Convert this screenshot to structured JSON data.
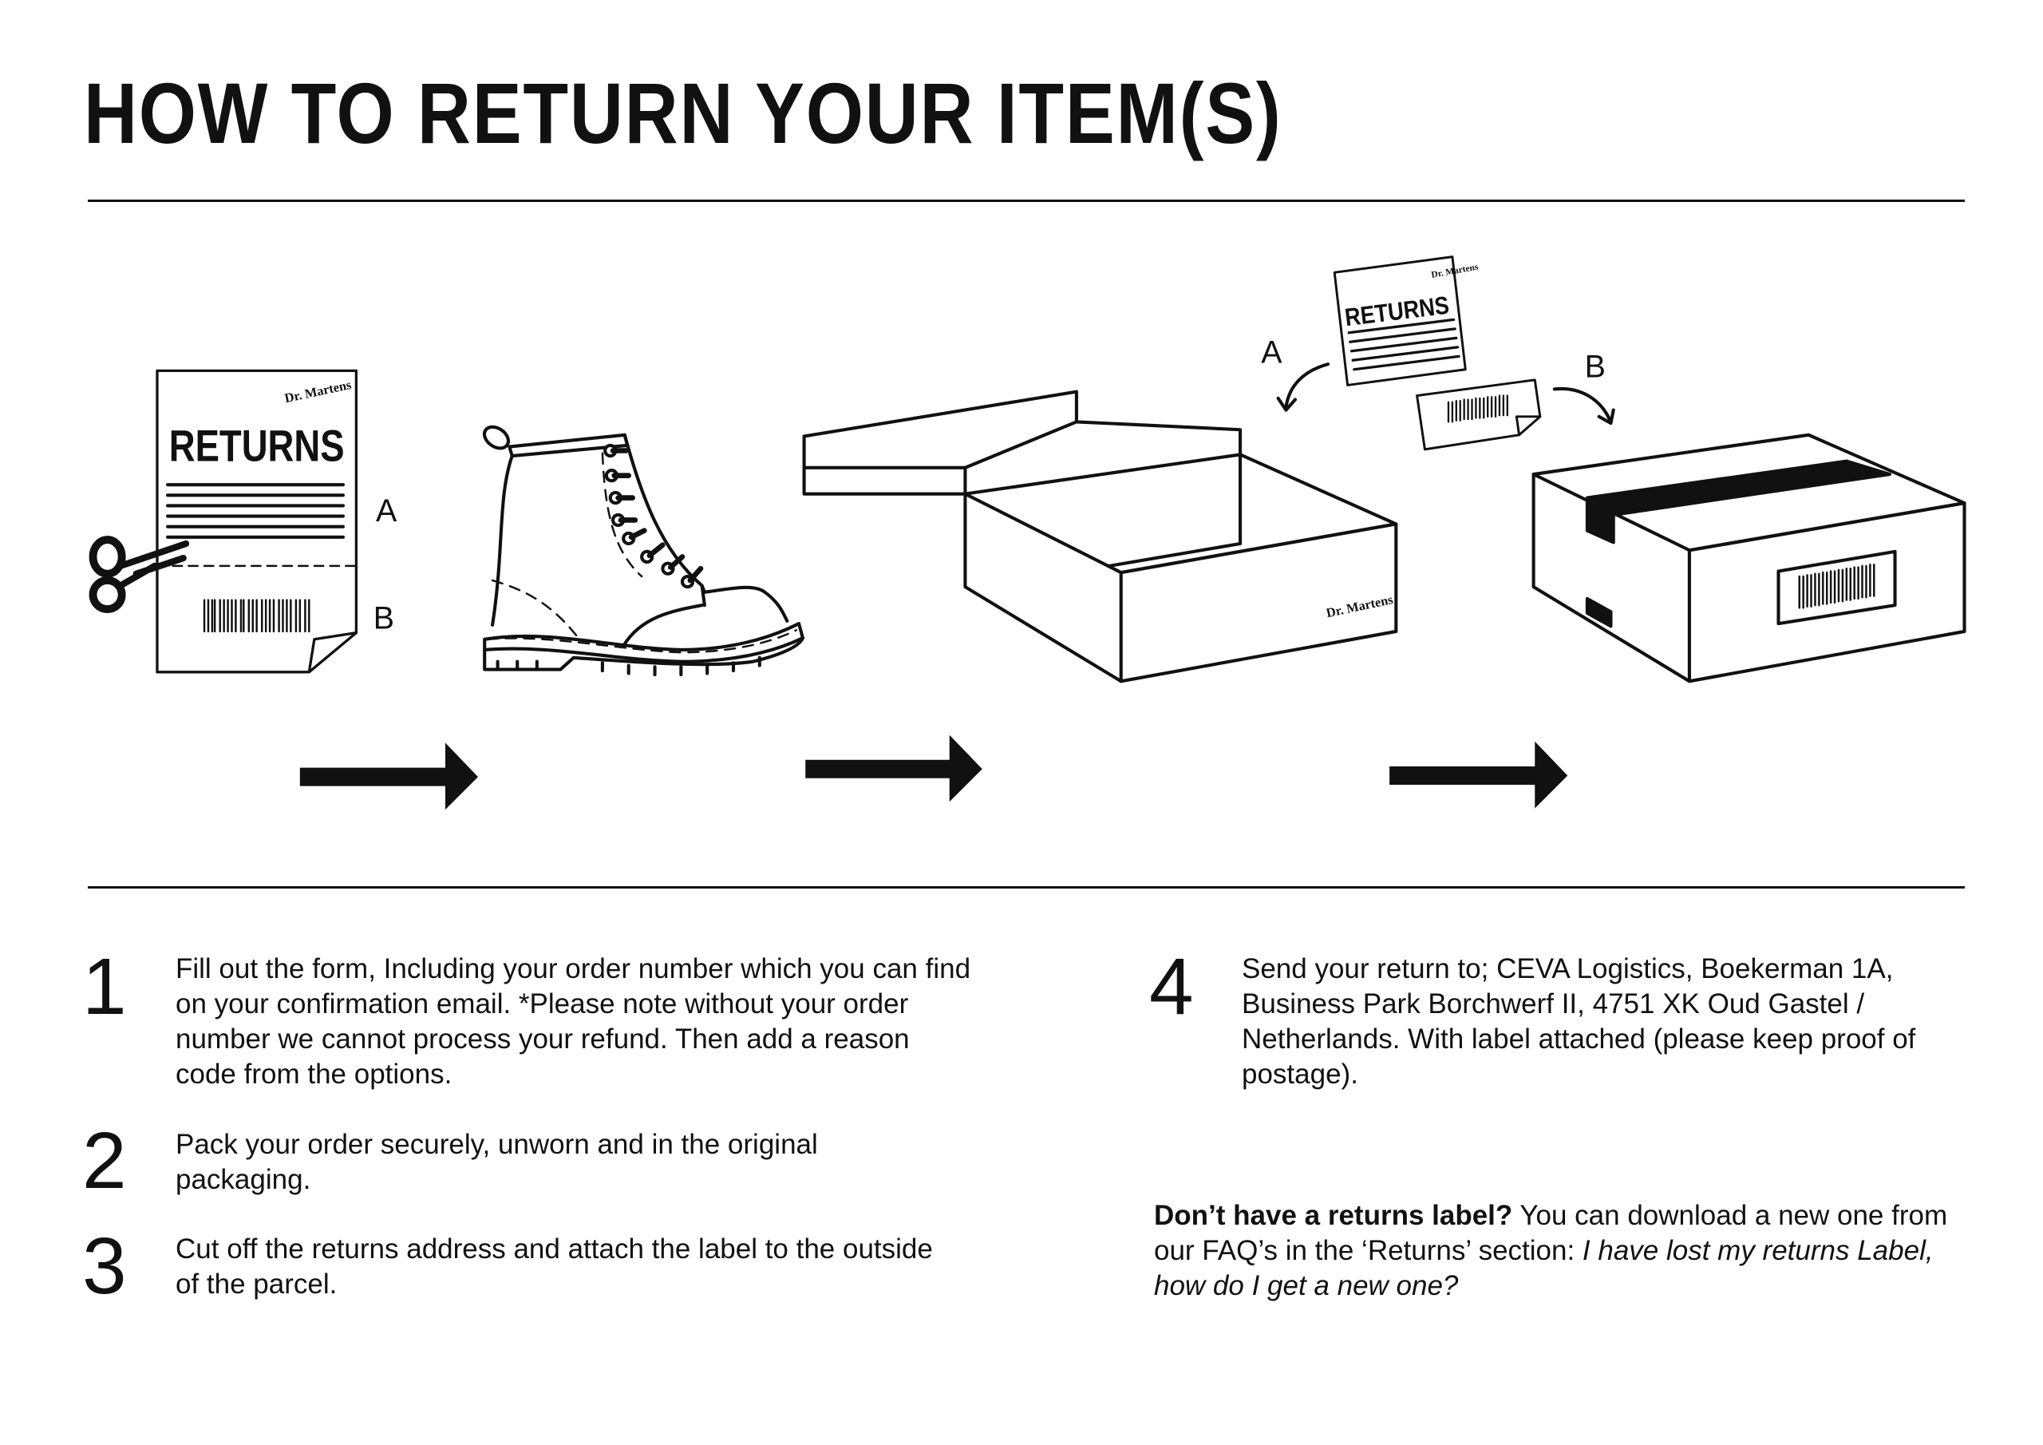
{
  "header": {
    "title": "HOW TO RETURN YOUR ITEM(S)"
  },
  "illustrations": {
    "form_title": "RETURNS",
    "logo_text": "Dr. Martens",
    "label_a": "A",
    "label_b": "B",
    "icons": [
      "scissors-icon",
      "returns-form",
      "boot",
      "open-shoebox",
      "sealed-parcel",
      "arrow-right-icon"
    ]
  },
  "steps": [
    {
      "number": "1",
      "text": "Fill out the form, Including your order number which you can find on your confirmation email. *Please note without your order number we cannot process your refund. Then add a reason code from the options."
    },
    {
      "number": "2",
      "text": "Pack your order securely, unworn and in the original packaging."
    },
    {
      "number": "3",
      "text": "Cut off the returns address and attach the label to the outside of the parcel."
    },
    {
      "number": "4",
      "text": "Send your return to; CEVA Logistics, Boekerman 1A, Business Park Borchwerf II, 4751 XK Oud Gastel / Netherlands. With label attached (please keep proof of postage)."
    }
  ],
  "note": {
    "bold": "Don’t have a returns label?",
    "text": " You can download a new one from our FAQ’s in the ‘Returns’ section: ",
    "italic": "I have lost my returns Label, how do I get a new one?"
  },
  "colors": {
    "ink": "#111111",
    "background": "#ffffff"
  }
}
